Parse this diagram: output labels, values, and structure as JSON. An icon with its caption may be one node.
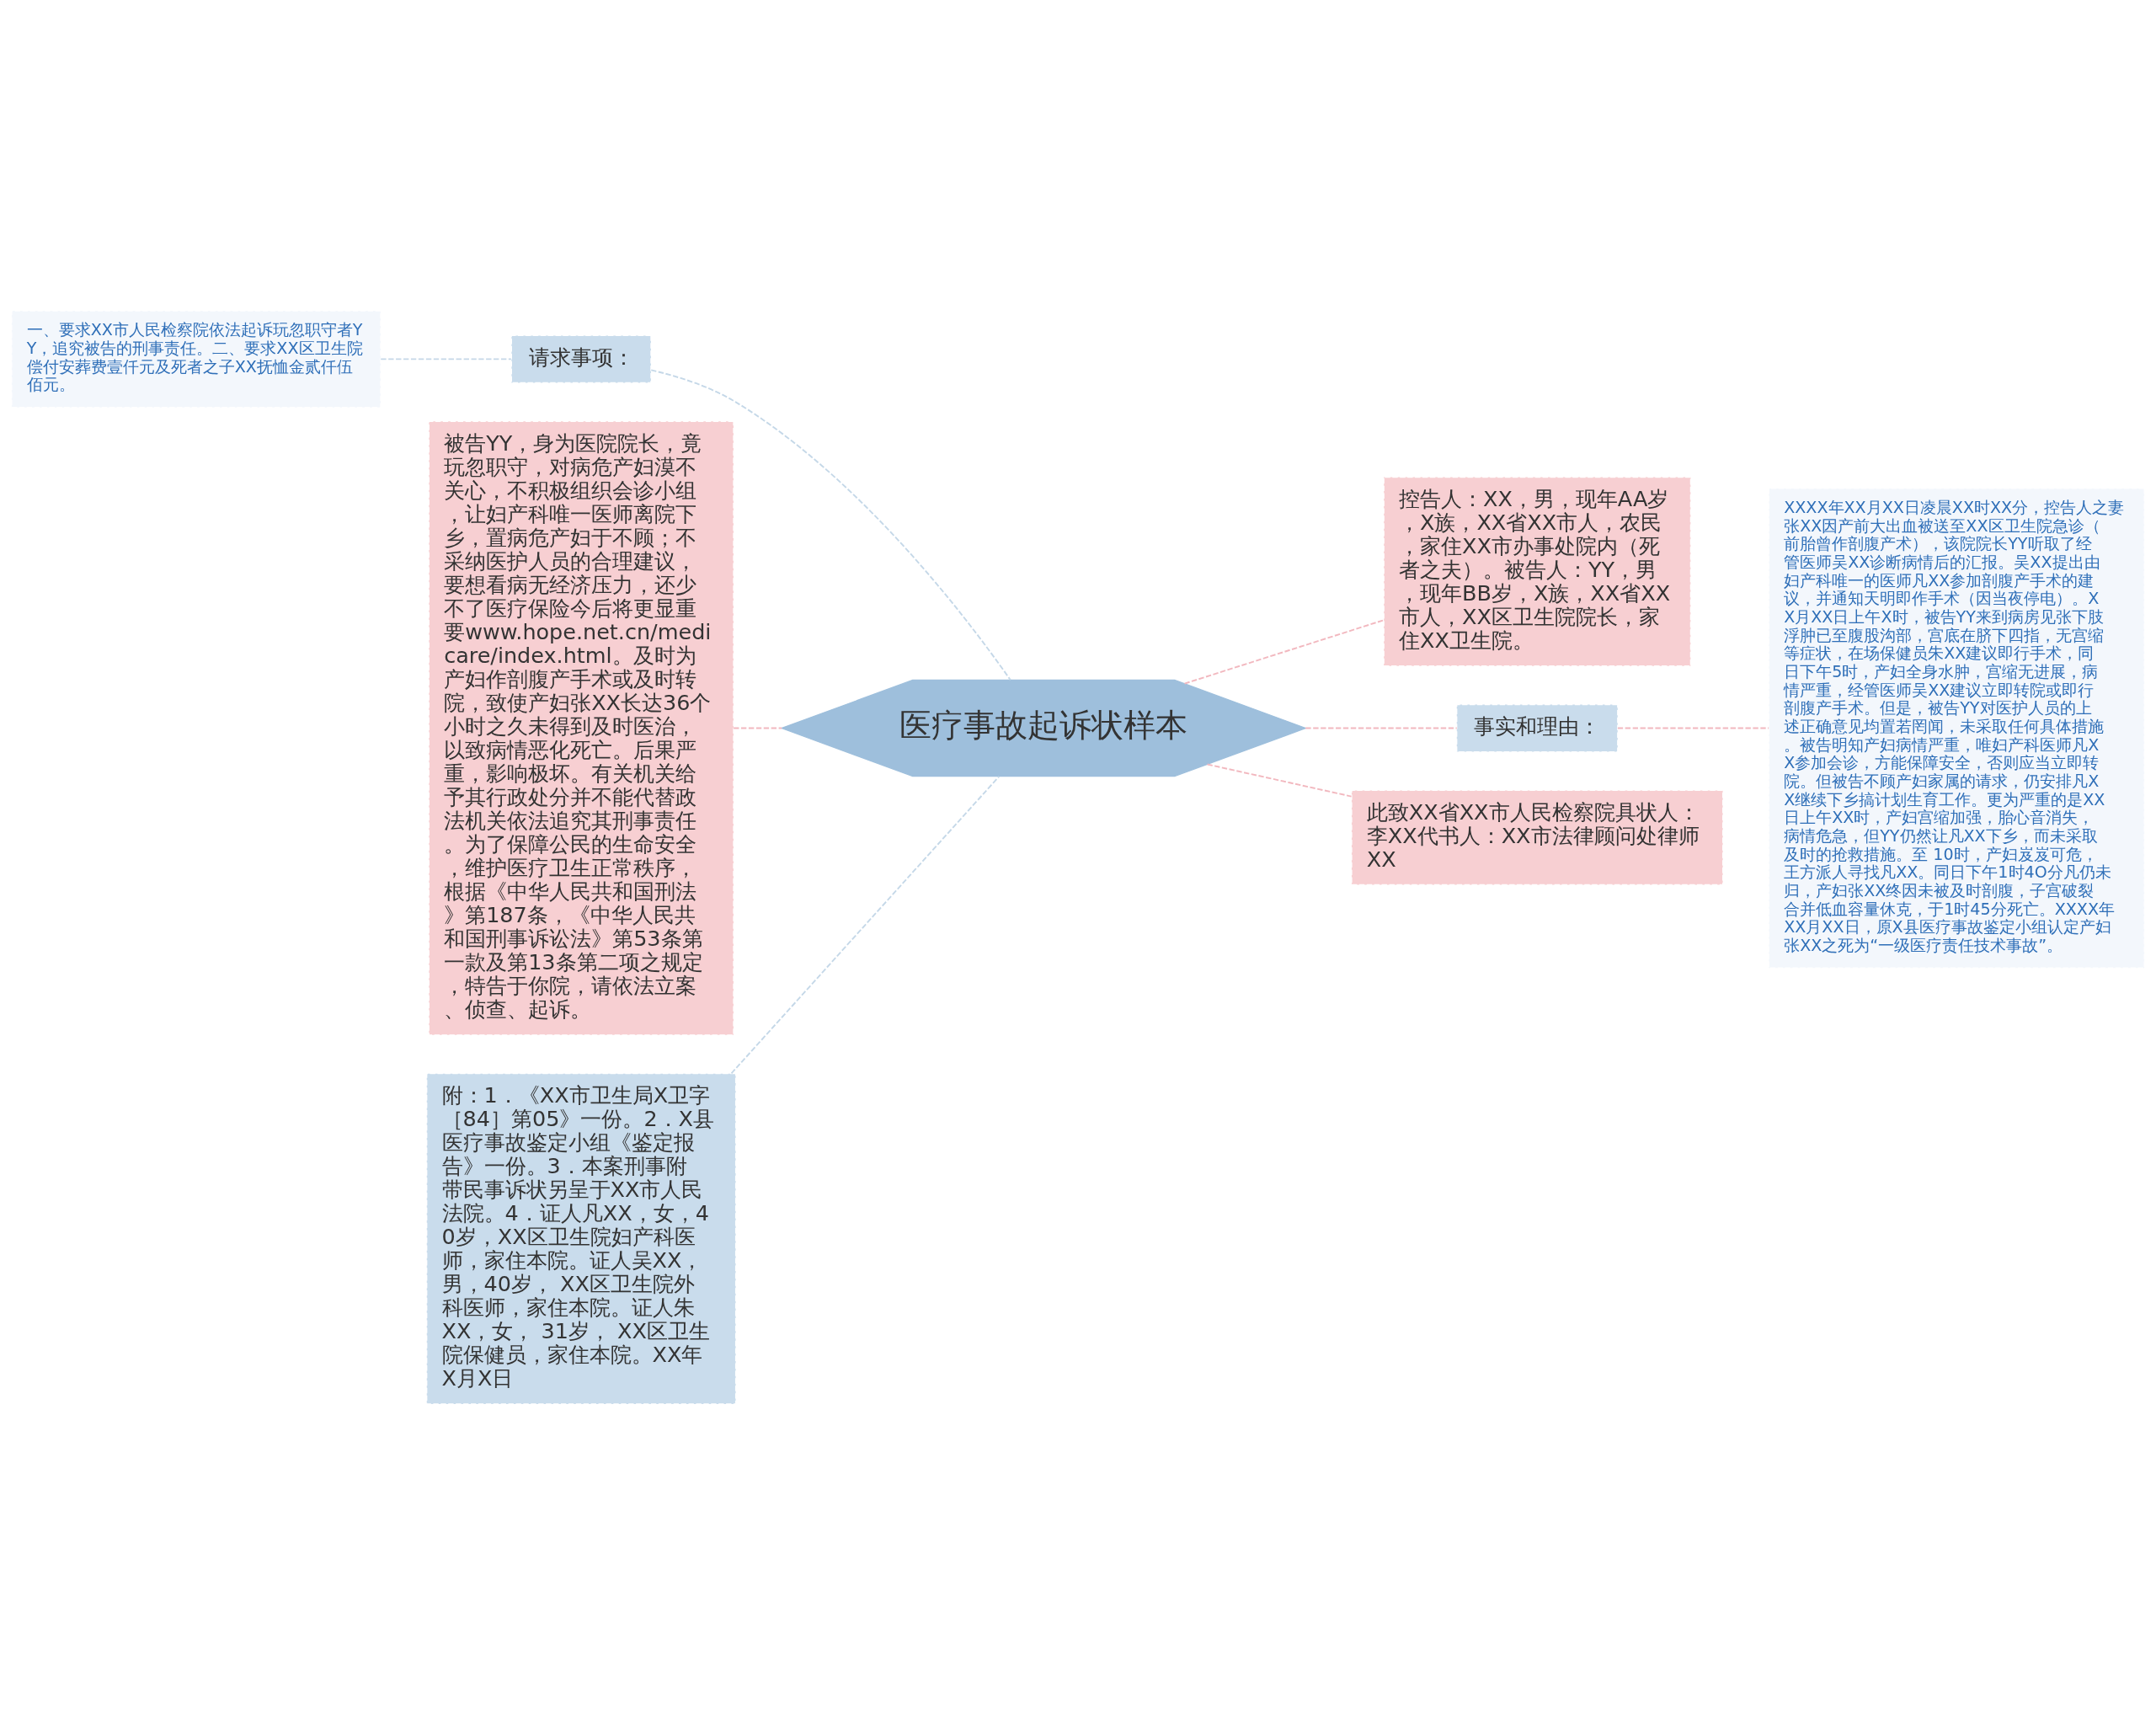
{
  "diagram": {
    "nodes": [
      {
        "text": [
          "医疗事故起诉状样本"
        ]
      },
      {
        "text": [
          "请求事项："
        ]
      },
      {
        "text": [
          "一、要求XX市人民检察院依法起诉玩忽职守者YY，追究被告的刑事责任。二、要求XX区卫生院偿付安葬费壹仟元及死者之子XX抚恤金贰仟伍佰元。"
        ]
      },
      {
        "text": [
          "被告YY，身为医院院长，竟玩忽职守，对病危产妇漠不关心，不积极组织会诊小组，让妇产科唯一医师离院下乡，置病危产妇于不顾；不采纳医护人员的合理建议，要想看病无经济压力，还少不了医疗保险今后将更显重要www.hope.net.cn/medicare/index.html。及时为产妇作剖腹产手术或及时转院，致使产妇张XX长达36个小时之久未得到及时医治，以致病情恶化死亡。后果严重，影响极坏。有关机关给予其行政处分并不能代替政法机关依法追究其刑事责任。为了保障公民的生命安全，维护医疗卫生正常秩序，根据《中华人民共和国刑法》第187条，《中华人民共和国刑事诉讼法》第53条第一款及第13条第二项之规定，特告于你院，请依法立案、侦查、起诉。"
        ]
      },
      {
        "text": [
          "附：1．《XX市卫生局X卫字［84］第05》一份。2．X县医疗事故鉴定小组《鉴定报告》一份。3．本案刑事附带民事诉状另呈于XX市人民法院。4．证人凡XX，女，40岁，XX区卫生院妇产科医师，家住本院。证人吴XX，男，40岁， XX区卫生院外科医师，家住本院。证人朱XX，女， 31岁， XX区卫生院保健员，家住本院。XX年X月X日"
        ]
      },
      {
        "text": [
          "控告人：XX，男，现年AA岁，X族，XX省XX市人，农民，家住XX市办事处院内（死者之夫）。被告人：YY，男，现年BB岁，X族，XX省XX市人，XX区卫生院院长，家住XX卫生院。"
        ]
      },
      {
        "text": [
          "事实和理由："
        ]
      },
      {
        "text": [
          "XXXX年XX月XX日凌晨XX时XX分，控告人之妻张XX因产前大出血被送至XX区卫生院急诊（前胎曾作剖腹产术），该院院长YY听取了经管医师吴XX诊断病情后的汇报。吴XX提出由妇产科唯一的医师凡XX参加剖腹产手术的建议，并通知天明即作手术（因当夜停电）。XX月XX日上午X时，被告YY来到病房见张下肢浮肿已至腹股沟部，宫底在脐下四指，无宫缩等症状，在场保健员朱XX建议即行手术，同日下午5时，产妇全身水肿，宫缩无进展，病情严重，经管医师吴XX建议立即转院或即行剖腹产手术。但是，被告YY对医护人员的上述正确意见均置若罔闻，未采取任何具体措施。被告明知产妇病情严重，唯妇产科医师凡XX参加会诊，方能保障安全，否则应当立即转院。但被告不顾产妇家属的请求，仍安排凡XX继续下乡搞计划生育工作。更为严重的是XX日上午XX时，产妇宫缩加强，胎心音消失，病情危急，但YY仍然让凡XX下乡，而未采取及时的抢救措施。至 10时，产妇岌岌可危，王方派人寻找凡XX。同日下午1时4O分凡仍未归，产妇张XX终因未被及时剖腹，子宫破裂合并低血容量休克，于1时45分死亡。XXXX年XX月XX日，原X县医疗事故鉴定小组认定产妇张XX之死为“一级医疗责任技术事故”。"
        ]
      },
      {
        "text": [
          "此致XX省XX市人民检察院具状人：李XX代书人：XX市法律顾问处律师XX"
        ]
      }
    ],
    "edges": [
      {
        "from": 0,
        "to": 1,
        "arrow": "none",
        "style": "dashed",
        "color": "#c5d8e8"
      },
      {
        "from": 1,
        "to": 2,
        "arrow": "none",
        "style": "dashed",
        "color": "#c5d8e8"
      },
      {
        "from": 0,
        "to": 3,
        "arrow": "none",
        "style": "dashed"
      },
      {
        "from": 0,
        "to": 4,
        "arrow": "none",
        "style": "dashed",
        "color": "#c5d8e8"
      },
      {
        "from": 0,
        "to": 5,
        "arrow": "none",
        "style": "dashed"
      },
      {
        "from": 0,
        "to": 6,
        "arrow": "none",
        "style": "dashed"
      },
      {
        "from": 6,
        "to": 7,
        "arrow": "none",
        "style": "dashed"
      },
      {
        "from": 0,
        "to": 8,
        "arrow": "none",
        "style": "dashed"
      }
    ]
  }
}
